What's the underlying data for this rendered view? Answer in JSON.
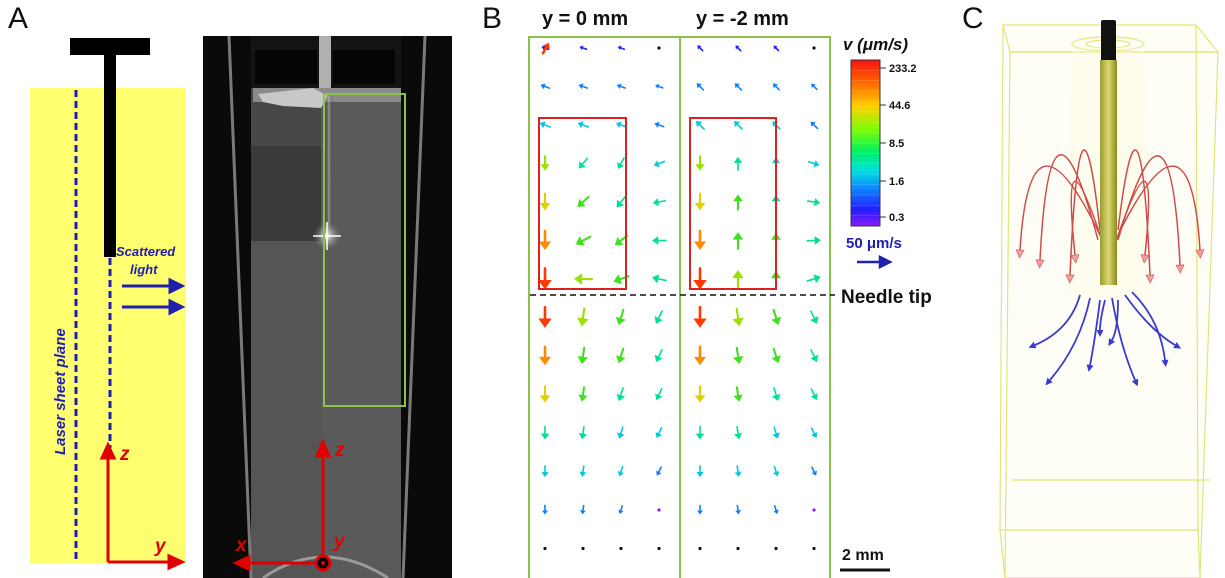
{
  "panels": {
    "a": {
      "letter": "A",
      "scattered_label": "Scattered\nlight",
      "laser_label": "Laser sheet plane",
      "axis_z": "z",
      "axis_y": "y",
      "photo_axis_x": "x",
      "photo_axis_y": "y",
      "photo_axis_z": "z"
    },
    "b": {
      "letter": "B",
      "col1_title": "y = 0 mm",
      "col2_title": "y = -2 mm",
      "needle_tip_label": "Needle tip",
      "scale_label": "2 mm",
      "legend": {
        "title": "v (μm/s)",
        "ticks": [
          "233.2",
          "44.6",
          "8.5",
          "1.6",
          "0.3"
        ],
        "ref_label": "50 μm/s",
        "colors": [
          "#ff1010",
          "#ff6a00",
          "#ffd000",
          "#7cff00",
          "#00f060",
          "#00e0e0",
          "#1080ff",
          "#2020ff",
          "#8a1aff"
        ]
      }
    },
    "c": {
      "letter": "C",
      "upper_flow_color": "#d04a4a",
      "lower_flow_color": "#3a3ad0"
    }
  }
}
